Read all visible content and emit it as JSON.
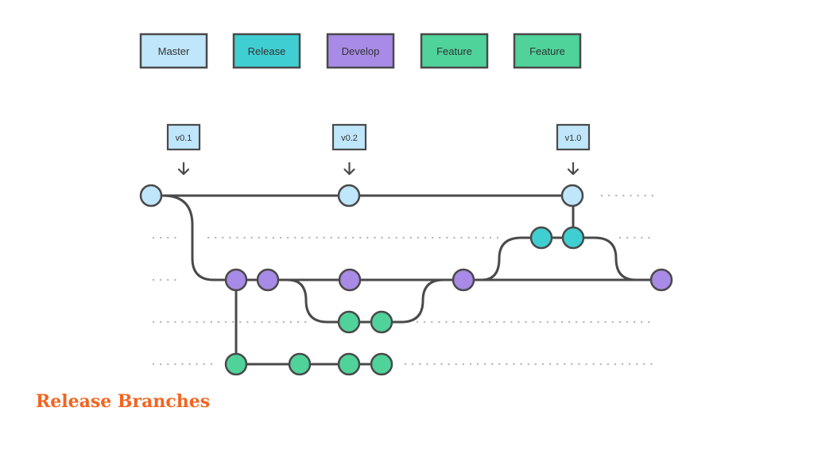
{
  "title": "Release Branches",
  "legend": [
    {
      "label": "Master",
      "color": "#bfe6fb"
    },
    {
      "label": "Release",
      "color": "#3fcfd3"
    },
    {
      "label": "Develop",
      "color": "#a88be6"
    },
    {
      "label": "Feature",
      "color": "#4fd39a"
    },
    {
      "label": "Feature",
      "color": "#4fd39a"
    }
  ],
  "tags": [
    "v0.1",
    "v0.2",
    "v1.0"
  ],
  "colors": {
    "master": "#bfe6fb",
    "release": "#3fcfd3",
    "develop": "#a88be6",
    "feature": "#4fd39a"
  }
}
